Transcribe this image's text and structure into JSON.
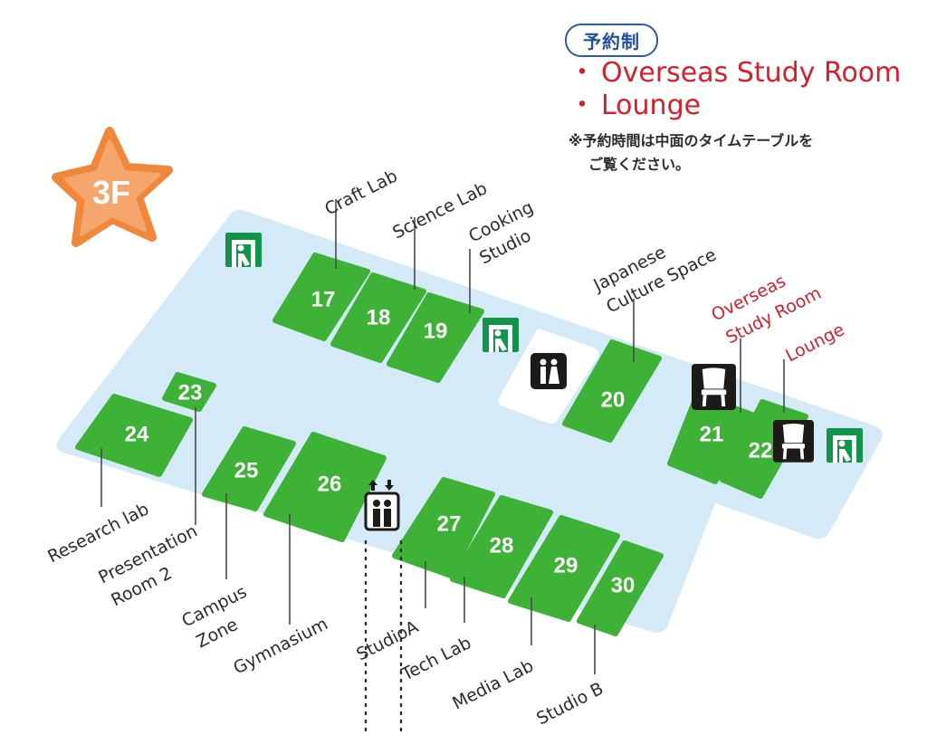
{
  "floor": {
    "label": "3F",
    "colors": {
      "floor": "#d4eaf8",
      "room": "#3db236",
      "star": "#f0873a",
      "star_inner": "#f5a66c",
      "reserved_text": "#d51f2b",
      "badge": "#2a5aa8",
      "info_icon": "#11954a"
    }
  },
  "legend": {
    "badge": "予約制",
    "items": [
      {
        "bullet": "・",
        "label": "Overseas Study Room"
      },
      {
        "bullet": "・",
        "label": "Lounge"
      }
    ],
    "note_line1": "※予約時間は中面のタイムテーブルを",
    "note_line2": "ご覧ください。"
  },
  "rooms": [
    {
      "number": "17",
      "name": "Craft Lab",
      "reserved": false
    },
    {
      "number": "18",
      "name": "Science Lab",
      "reserved": false
    },
    {
      "number": "19",
      "name_lines": [
        "Cooking",
        "Studio"
      ],
      "reserved": false
    },
    {
      "number": "20",
      "name_lines": [
        "Japanese",
        "Culture Space"
      ],
      "reserved": false
    },
    {
      "number": "21",
      "name_lines": [
        "Overseas",
        "Study Room"
      ],
      "reserved": true
    },
    {
      "number": "22",
      "name": "Lounge",
      "reserved": true
    },
    {
      "number": "23",
      "name_lines": [
        "Presentation",
        "Room 2"
      ],
      "reserved": false
    },
    {
      "number": "24",
      "name": "Research lab",
      "reserved": false
    },
    {
      "number": "25",
      "name_lines": [
        "Campus",
        "Zone"
      ],
      "reserved": false
    },
    {
      "number": "26",
      "name": "Gymnasium",
      "reserved": false
    },
    {
      "number": "27",
      "name": "StudioA",
      "reserved": false
    },
    {
      "number": "28",
      "name": "Tech Lab",
      "reserved": false
    },
    {
      "number": "29",
      "name": "Media Lab",
      "reserved": false
    },
    {
      "number": "30",
      "name": "Studio B",
      "reserved": false
    }
  ],
  "icons": {
    "info": "information-icon",
    "restroom": "restroom-icon",
    "elevator": "elevator-icon",
    "chair": "chair-icon"
  }
}
